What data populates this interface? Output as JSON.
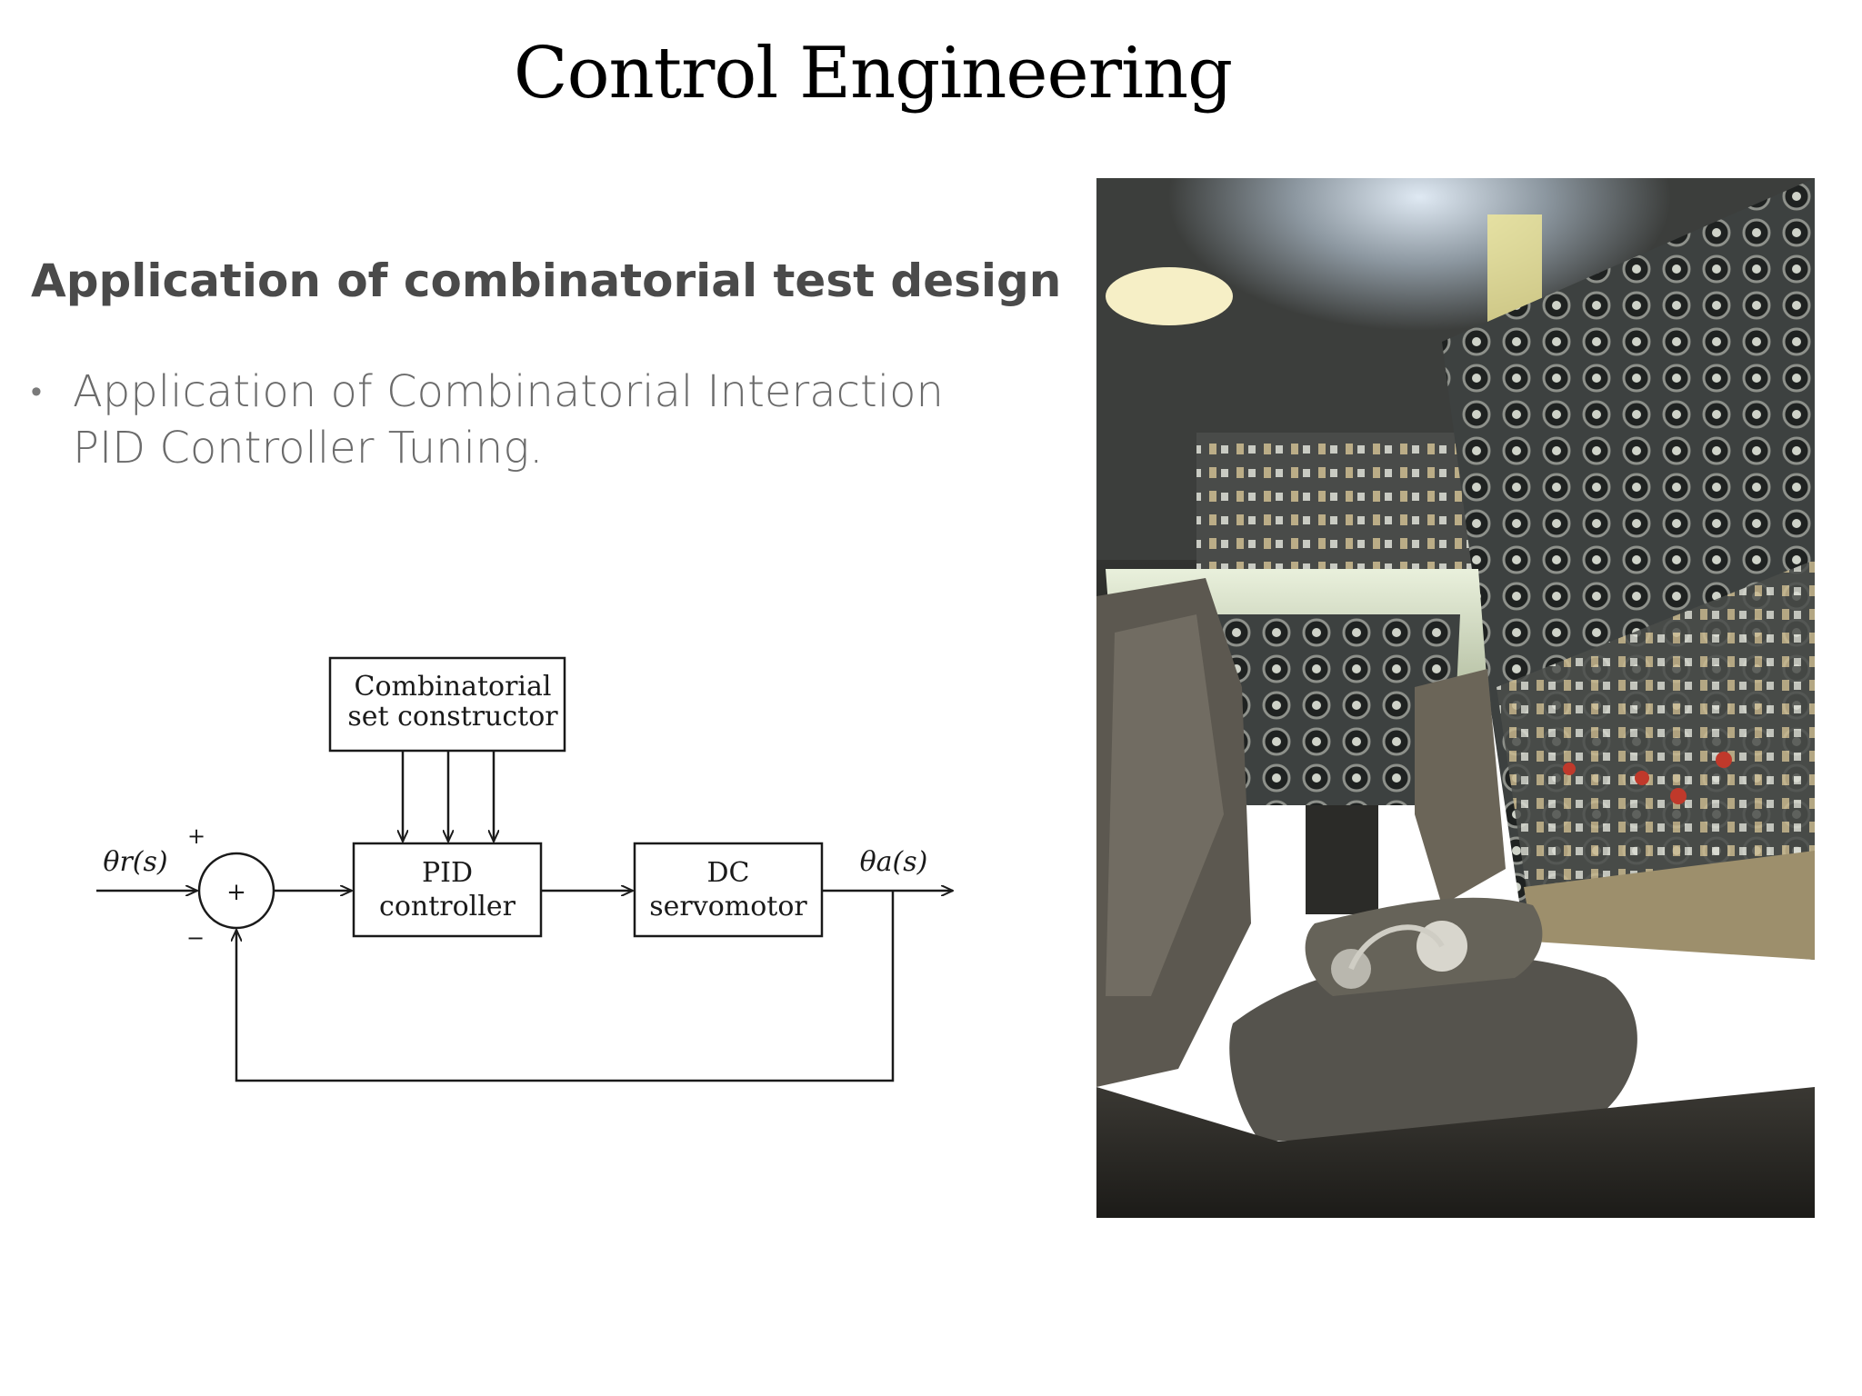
{
  "slide": {
    "title": "Control Engineering",
    "subtitle": "Application of combinatorial test design",
    "bullet_text": "Application of Combinatorial Interaction PID Controller Tuning."
  },
  "diagram": {
    "combinatorial_line1": "Combinatorial",
    "combinatorial_line2": "set constructor",
    "pid_line1": "PID",
    "pid_line2": "controller",
    "dc_line1": "DC",
    "dc_line2": "servomotor",
    "sum_symbol": "+",
    "plus_sign": "+",
    "minus_sign": "−",
    "input_signal": "θr(s)",
    "output_signal": "θa(s)"
  },
  "photo": {
    "description_icon": "cockpit-photo"
  }
}
